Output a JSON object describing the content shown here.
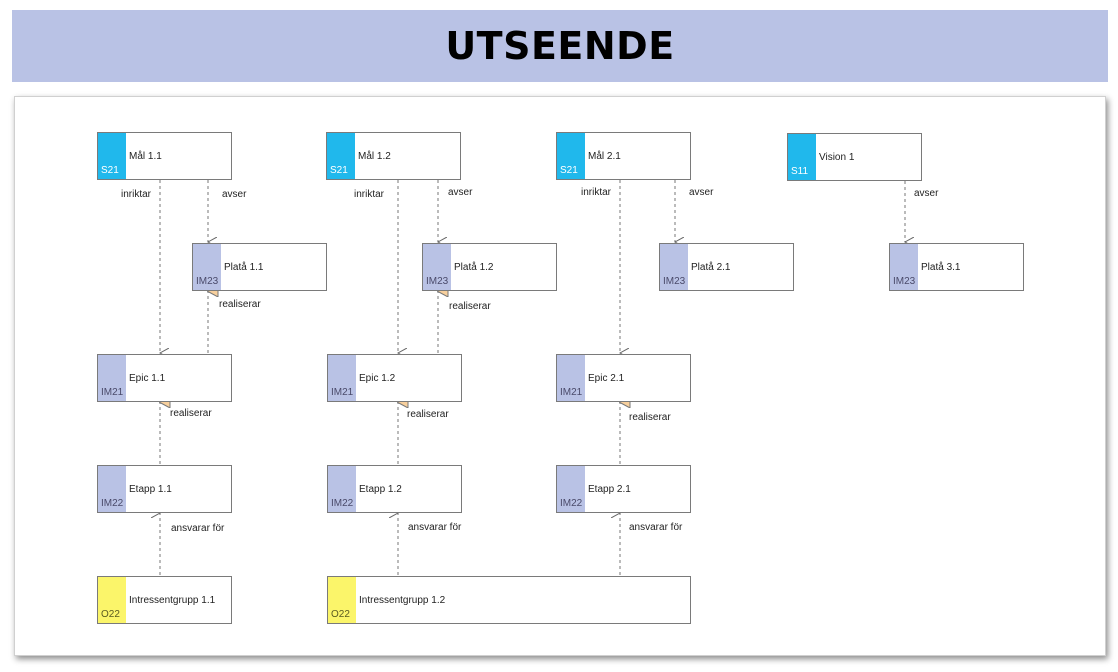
{
  "title": "UTSEENDE",
  "colors": {
    "header": "#b9c2e5",
    "strategy": "#20b8ec",
    "implementation": "#b9c2e5",
    "other": "#fbf56a",
    "arrowFill": "#f7cf9c"
  },
  "nodes": {
    "mal11": {
      "code": "S21",
      "label": "Mål 1.1"
    },
    "mal12": {
      "code": "S21",
      "label": "Mål 1.2"
    },
    "mal21": {
      "code": "S21",
      "label": "Mål 2.1"
    },
    "vision1": {
      "code": "S11",
      "label": "Vision 1"
    },
    "plata11": {
      "code": "IM23",
      "label": "Platå 1.1"
    },
    "plata12": {
      "code": "IM23",
      "label": "Platå 1.2"
    },
    "plata21": {
      "code": "IM23",
      "label": "Platå 2.1"
    },
    "plata31": {
      "code": "IM23",
      "label": "Platå 3.1"
    },
    "epic11": {
      "code": "IM21",
      "label": "Epic 1.1"
    },
    "epic12": {
      "code": "IM21",
      "label": "Epic 1.2"
    },
    "epic21": {
      "code": "IM21",
      "label": "Epic 2.1"
    },
    "etapp11": {
      "code": "IM22",
      "label": "Etapp 1.1"
    },
    "etapp12": {
      "code": "IM22",
      "label": "Etapp 1.2"
    },
    "etapp21": {
      "code": "IM22",
      "label": "Etapp 2.1"
    },
    "intr11": {
      "code": "O22",
      "label": "Intressentgrupp 1.1"
    },
    "intr12": {
      "code": "O22",
      "label": "Intressentgrupp 1.2"
    }
  },
  "relations": {
    "inriktar": "inriktar",
    "avser": "avser",
    "realiserar": "realiserar",
    "ansvarar": "ansvarar för"
  }
}
